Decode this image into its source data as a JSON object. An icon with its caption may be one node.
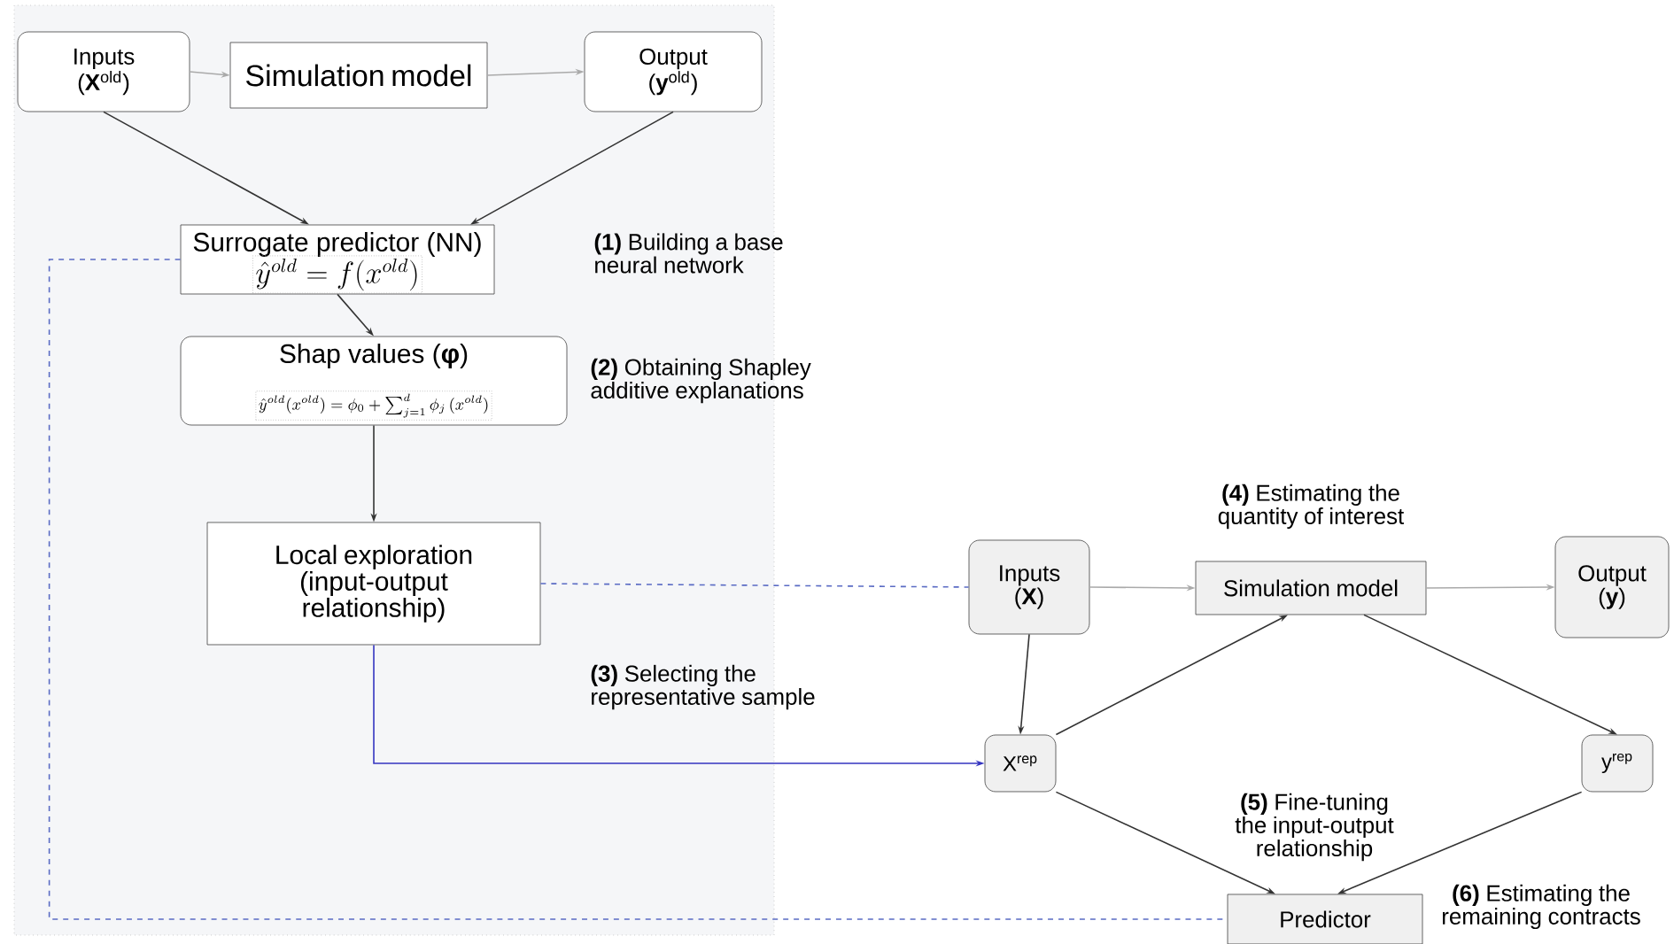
{
  "diagram": {
    "nodes": [
      {
        "text": [
          "Inputs (**X**$^{old}$)"
        ]
      },
      {
        "text": [
          "Simulation model"
        ]
      },
      {
        "text": [
          "Output (**y**$^{old}$)"
        ]
      },
      {
        "text": [
          "Surrogate predictor (NN)",
          "\\hat{y}^{old} = f(x^{old})"
        ]
      },
      {
        "text": [
          "Shap values (**φ**)",
          "\\hat{y}^{old}(x^{old}) = \\phi_0 + \\sum_{j=1}^{d} \\phi_j\\,(x^{old})"
        ]
      },
      {
        "text": [
          "Local exploration (input-output relationship)"
        ]
      },
      {
        "text": [
          "Inputs (**X**)"
        ]
      },
      {
        "text": [
          "Simulation model"
        ],
        "beside": [
          "**(4)** Estimating the quantity of interest"
        ]
      },
      {
        "text": [
          "Output (**y**)"
        ]
      },
      {
        "text": [
          "X$^{rep}$"
        ]
      },
      {
        "text": [
          "y$^{rep}$"
        ]
      },
      {
        "text": [
          "Predictor"
        ]
      }
    ],
    "edges": [
      {
        "from": 0,
        "to": 1,
        "arrow": "to",
        "color": "#aaaaaa"
      },
      {
        "from": 1,
        "to": 2,
        "arrow": "to",
        "color": "#aaaaaa"
      },
      {
        "from": 0,
        "to": 3,
        "arrow": "to"
      },
      {
        "from": 2,
        "to": 3,
        "arrow": "to"
      },
      {
        "from": 3,
        "to": 4,
        "arrow": "to"
      },
      {
        "from": 4,
        "to": 5,
        "arrow": "to"
      },
      {
        "from": 5,
        "to": 6,
        "arrow": "none",
        "style": "dashed",
        "color": "#5a6bc4"
      },
      {
        "from": 5,
        "to": 9,
        "arrow": "to",
        "color": "#3434c0"
      },
      {
        "from": 6,
        "to": 9,
        "arrow": "to"
      },
      {
        "from": 6,
        "to": 7,
        "arrow": "to",
        "color": "#aaaaaa"
      },
      {
        "from": 7,
        "to": 8,
        "arrow": "to",
        "color": "#aaaaaa"
      },
      {
        "from": 9,
        "to": 7,
        "arrow": "to"
      },
      {
        "from": 7,
        "to": 10,
        "arrow": "to"
      },
      {
        "from": 9,
        "to": 11,
        "arrow": "to"
      },
      {
        "from": 10,
        "to": 11,
        "arrow": "to"
      },
      {
        "from": 3,
        "to": 11,
        "arrow": "none",
        "style": "dashed",
        "color": "#5a6bc4"
      }
    ],
    "labels": [
      "**(1)** Building a base neural network",
      "**(2)** Obtaining Shapley additive explanations",
      "**(3)** Selecting the representative sample",
      "**(5)** Fine-tuning the input-output relationship",
      "**(6)** Estimating the remaining contracts"
    ]
  }
}
